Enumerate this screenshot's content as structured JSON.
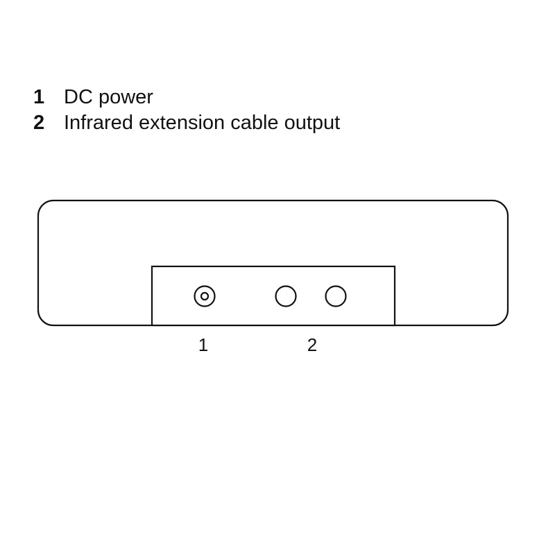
{
  "legend": {
    "items": [
      {
        "number": "1",
        "label": "DC power"
      },
      {
        "number": "2",
        "label": "Infrared extension cable output"
      }
    ]
  },
  "callouts": {
    "dc_power": "1",
    "ir_output": "2"
  }
}
